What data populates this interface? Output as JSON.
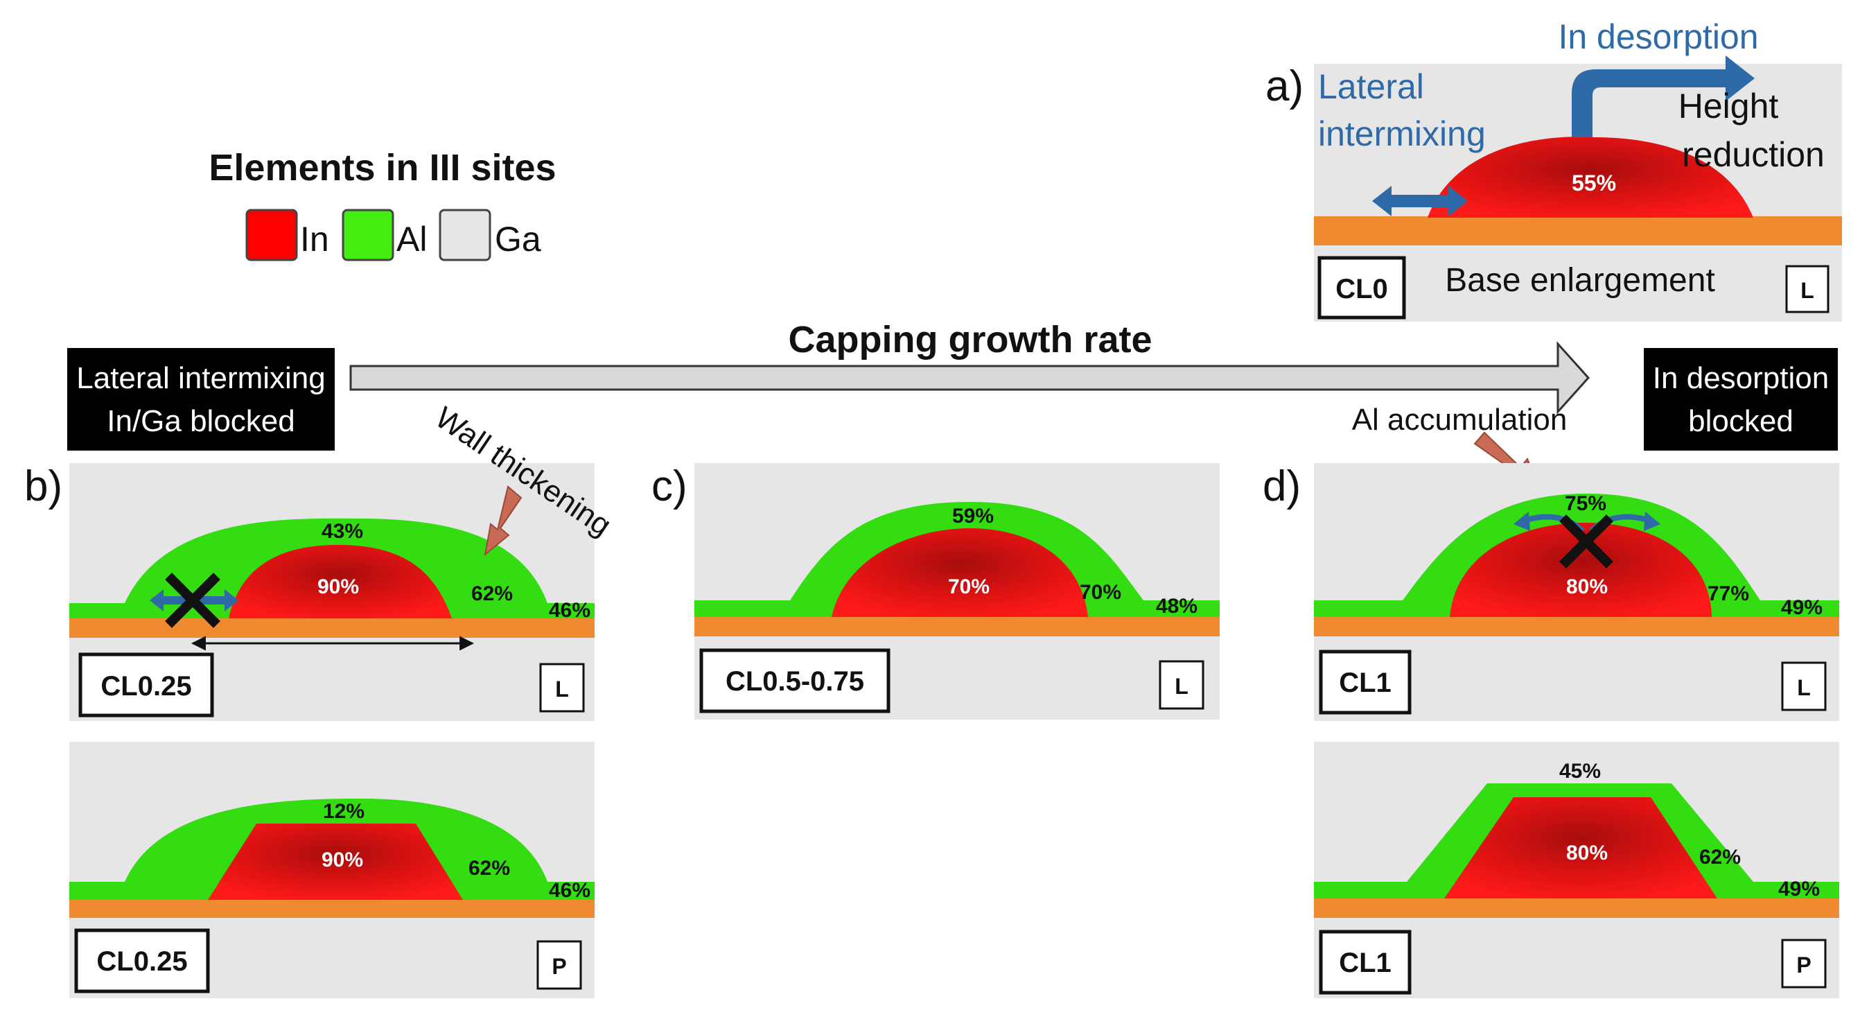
{
  "legend": {
    "title": "Elements in III sites",
    "items": [
      {
        "label": "In",
        "color": "#ff0000"
      },
      {
        "label": "Al",
        "color": "#44ee11"
      },
      {
        "label": "Ga",
        "color": "#e6e6e6"
      }
    ]
  },
  "colors": {
    "background_panel": "#e6e6e6",
    "substrate": "#f08a30",
    "indium": "#ee1111",
    "aluminium": "#33dd11",
    "arrow_blue": "#2f6aa8",
    "arrow_brown": "#c86a55"
  },
  "axis": {
    "title": "Capping growth rate",
    "left_box_line1": "Lateral intermixing",
    "left_box_line2": "In/Ga blocked",
    "right_box_line1": "In desorption",
    "right_box_line2": "blocked"
  },
  "panel_a": {
    "letter": "a)",
    "in_desorption": "In desorption",
    "lateral_line1": "Lateral",
    "lateral_line2": "intermixing",
    "height_line1": "Height",
    "height_line2": "reduction",
    "in_pct": "55%",
    "sample": "CL0",
    "caption": "Base enlargement",
    "view": "L"
  },
  "panel_b": {
    "letter": "b)",
    "wall": "Wall thickening",
    "top": {
      "cap": "43%",
      "core": "90%",
      "side": "62%",
      "wet": "46%",
      "sample": "CL0.25",
      "view": "L"
    },
    "bottom": {
      "cap": "12%",
      "core": "90%",
      "side": "62%",
      "wet": "46%",
      "sample": "CL0.25",
      "view": "P"
    }
  },
  "panel_c": {
    "letter": "c)",
    "cap": "59%",
    "core": "70%",
    "side": "70%",
    "wet": "48%",
    "sample": "CL0.5-0.75",
    "view": "L"
  },
  "panel_d": {
    "letter": "d)",
    "al_acc": "Al accumulation",
    "top": {
      "cap": "75%",
      "core": "80%",
      "side": "77%",
      "wet": "49%",
      "sample": "CL1",
      "view": "L"
    },
    "bottom": {
      "cap": "45%",
      "core": "80%",
      "side": "62%",
      "wet": "49%",
      "sample": "CL1",
      "view": "P"
    }
  }
}
